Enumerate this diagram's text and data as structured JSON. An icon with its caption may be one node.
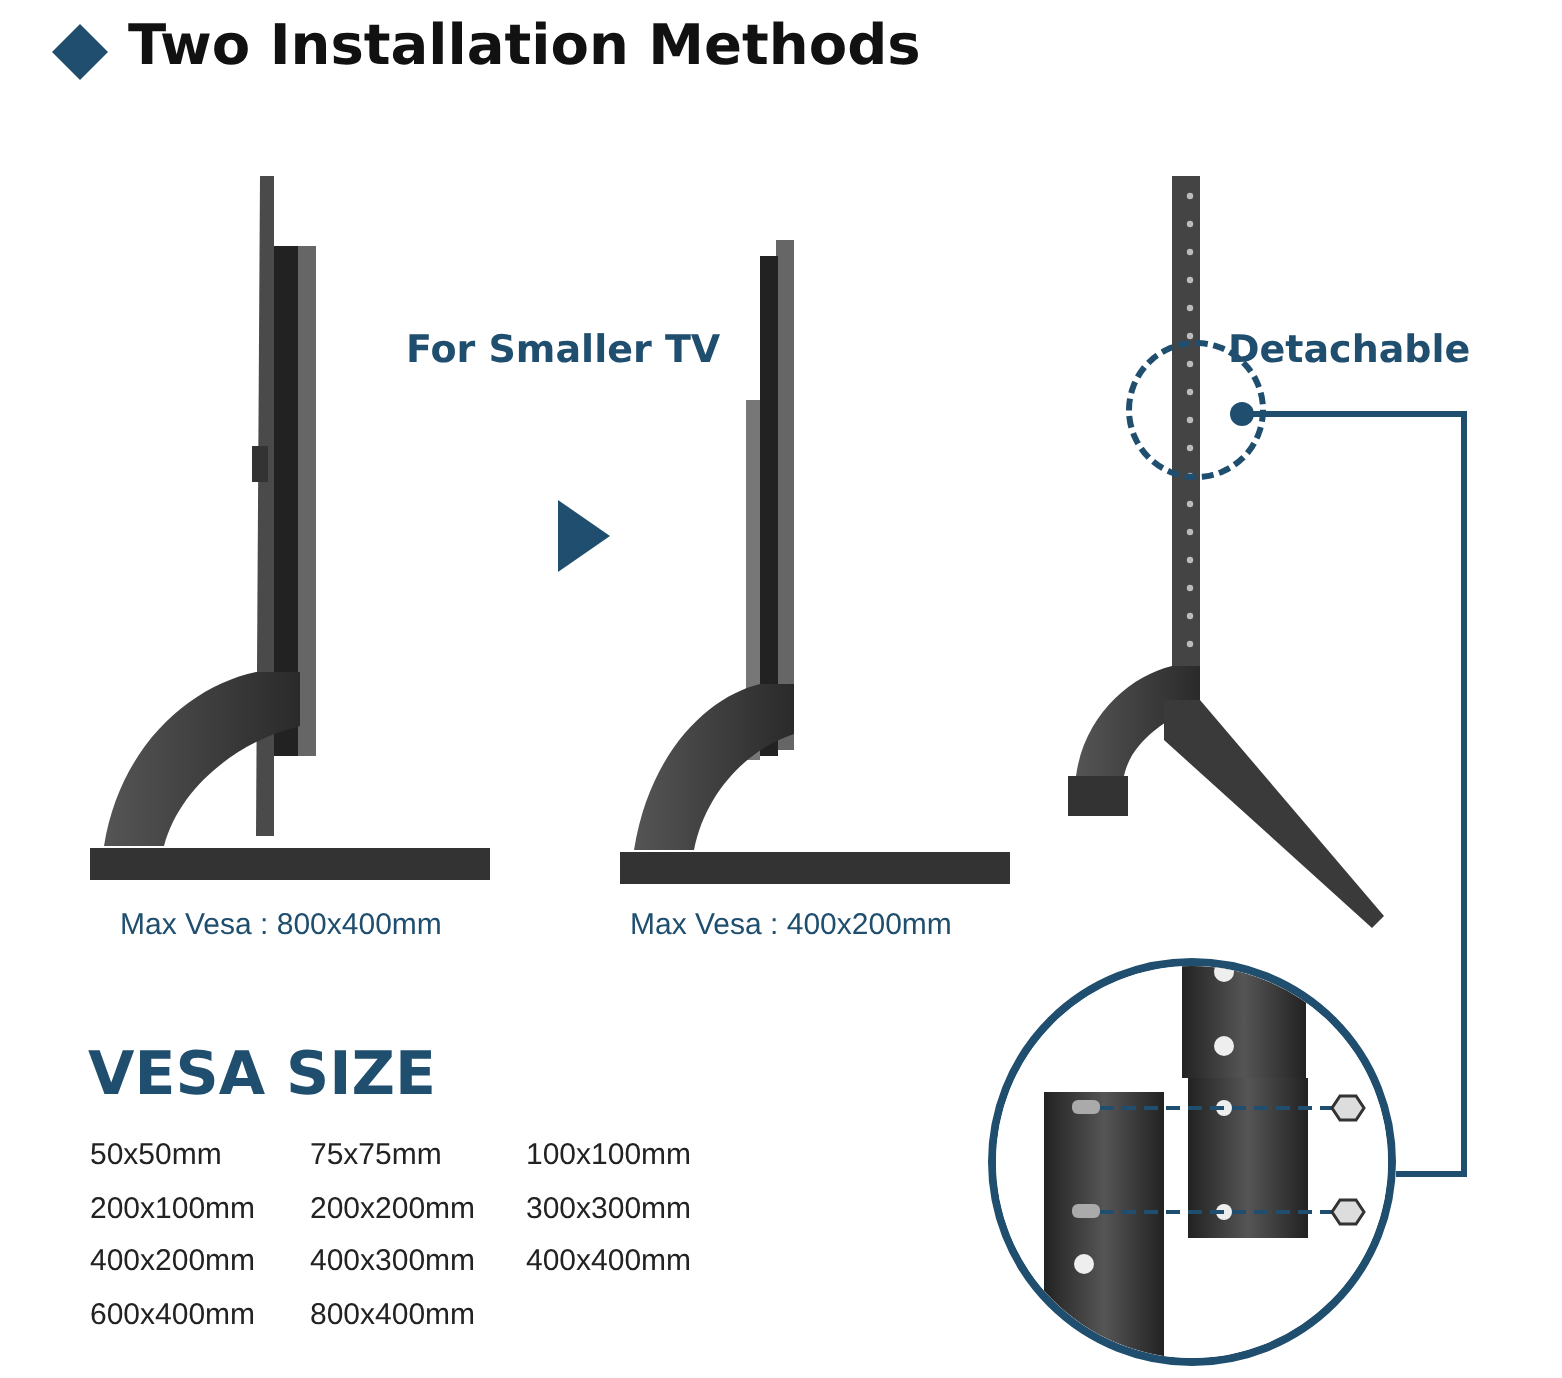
{
  "diagram": {
    "title": "Two Installation Methods",
    "nodes": [
      {
        "text": [],
        "shape": "picture",
        "beside": [
          "Max Vesa : 800x400mm"
        ]
      },
      {
        "text": [],
        "shape": "picture",
        "beside": [
          "Max Vesa : 400x200mm"
        ]
      },
      {
        "text": [],
        "shape": "picture"
      },
      {
        "text": [],
        "shape": "circle",
        "in": 2
      },
      {
        "text": [],
        "shape": "picture"
      }
    ],
    "edges": [
      {
        "from": 0,
        "to": 1,
        "arrow": "to",
        "label": "For Smaller TV"
      },
      {
        "from": 3,
        "to": 4,
        "arrow": "other"
      }
    ],
    "labels": [
      "Detachable",
      "VESA SIZE",
      "50x50mm",
      "75x75mm",
      "100x100mm",
      "200x100mm",
      "200x200mm",
      "300x300mm",
      "400x200mm",
      "400x300mm",
      "400x400mm",
      "600x400mm",
      "800x400mm"
    ]
  }
}
